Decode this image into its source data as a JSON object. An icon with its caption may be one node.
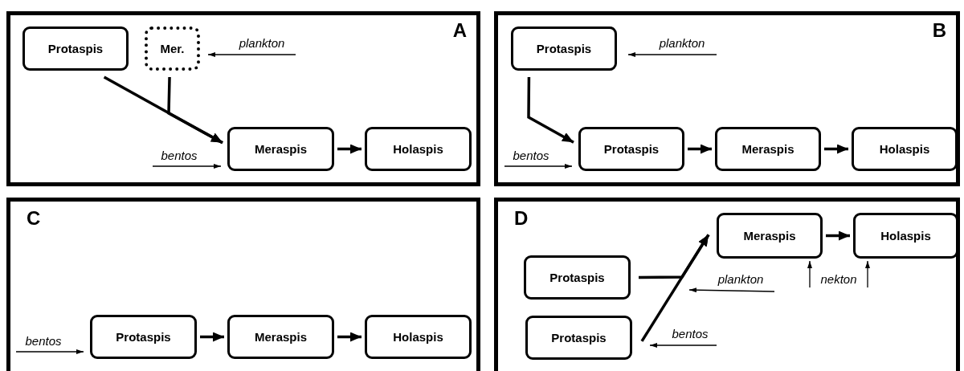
{
  "diagram": {
    "nodes": [
      {
        "text": [
          "A"
        ]
      },
      {
        "text": [
          "Protaspis"
        ],
        "in": 0
      },
      {
        "text": [
          "Mer."
        ],
        "in": 0
      },
      {
        "text": [
          "plankton"
        ],
        "in": 0
      },
      {
        "text": [
          "bentos"
        ],
        "in": 0
      },
      {
        "text": [
          "Meraspis"
        ],
        "in": 0
      },
      {
        "text": [
          "Holaspis"
        ],
        "in": 0
      },
      {
        "text": [
          "B"
        ]
      },
      {
        "text": [
          "Protaspis"
        ],
        "in": 7
      },
      {
        "text": [
          "plankton"
        ],
        "in": 7
      },
      {
        "text": [
          "bentos"
        ],
        "in": 7
      },
      {
        "text": [
          "Protaspis"
        ],
        "in": 7
      },
      {
        "text": [
          "Meraspis"
        ],
        "in": 7
      },
      {
        "text": [
          "Holaspis"
        ],
        "in": 7
      },
      {
        "text": [
          "C"
        ]
      },
      {
        "text": [
          "bentos"
        ],
        "in": 14
      },
      {
        "text": [
          "Protaspis"
        ],
        "in": 14
      },
      {
        "text": [
          "Meraspis"
        ],
        "in": 14
      },
      {
        "text": [
          "Holaspis"
        ],
        "in": 14
      },
      {
        "text": [
          "D"
        ]
      },
      {
        "text": [
          "Meraspis"
        ],
        "in": 19
      },
      {
        "text": [
          "Holaspis"
        ],
        "in": 19
      },
      {
        "text": [
          "Protaspis"
        ],
        "in": 19
      },
      {
        "text": [
          "plankton"
        ],
        "in": 19
      },
      {
        "text": [
          "nekton"
        ],
        "in": 19
      },
      {
        "text": [
          "Protaspis"
        ],
        "in": 19
      },
      {
        "text": [
          "bentos"
        ],
        "in": 19
      }
    ],
    "edges": [
      {
        "from": 1,
        "to": 5,
        "arrow": "to"
      },
      {
        "from": 2,
        "to": 5,
        "arrow": "to"
      },
      {
        "from": 3,
        "to": 2,
        "arrow": "to"
      },
      {
        "from": 4,
        "to": 5,
        "arrow": "to"
      },
      {
        "from": 5,
        "to": 6,
        "arrow": "to"
      },
      {
        "from": 9,
        "to": 8,
        "arrow": "to"
      },
      {
        "from": 8,
        "to": 11,
        "arrow": "to"
      },
      {
        "from": 10,
        "to": 11,
        "arrow": "to"
      },
      {
        "from": 11,
        "to": 12,
        "arrow": "to"
      },
      {
        "from": 12,
        "to": 13,
        "arrow": "to"
      },
      {
        "from": 15,
        "to": 16,
        "arrow": "to"
      },
      {
        "from": 16,
        "to": 17,
        "arrow": "to"
      },
      {
        "from": 17,
        "to": 18,
        "arrow": "to"
      },
      {
        "from": 20,
        "to": 21,
        "arrow": "to"
      },
      {
        "from": 22,
        "to": 20,
        "arrow": "to"
      },
      {
        "from": 25,
        "to": 20,
        "arrow": "to"
      },
      {
        "from": 23,
        "to": null,
        "arrow": "to"
      },
      {
        "from": 24,
        "to": 20,
        "arrow": "to"
      },
      {
        "from": 24,
        "to": 21,
        "arrow": "to"
      },
      {
        "from": 26,
        "to": 25,
        "arrow": "to"
      }
    ]
  }
}
